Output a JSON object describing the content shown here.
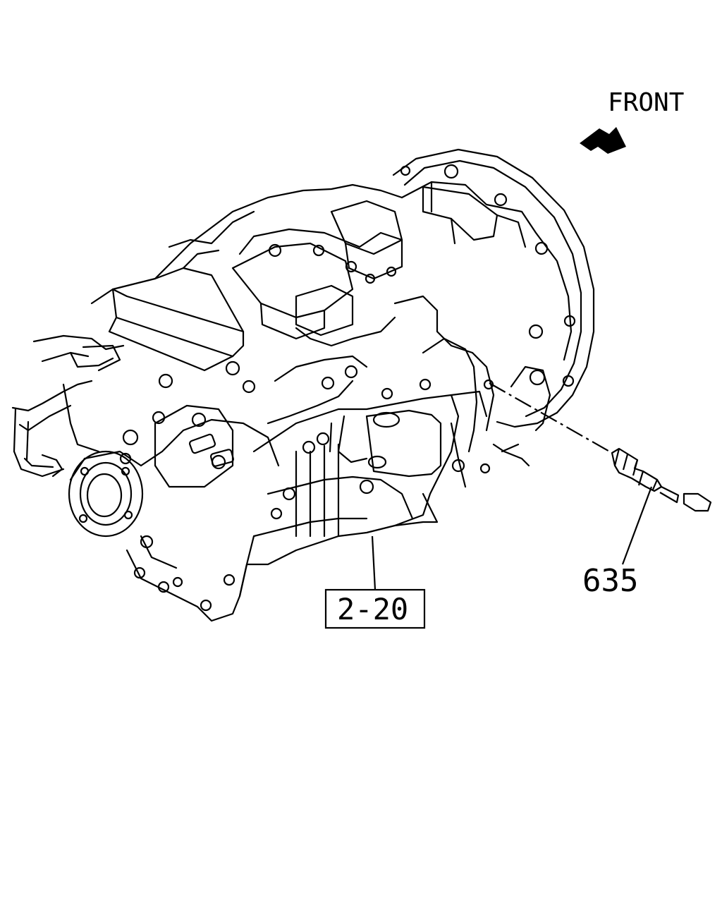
{
  "orientation": {
    "label": "FRONT",
    "arrow_icon": "arrow-icon"
  },
  "callouts": {
    "part_number": "635",
    "group_reference": "2-20"
  },
  "colors": {
    "line": "#000000",
    "background": "#ffffff"
  }
}
